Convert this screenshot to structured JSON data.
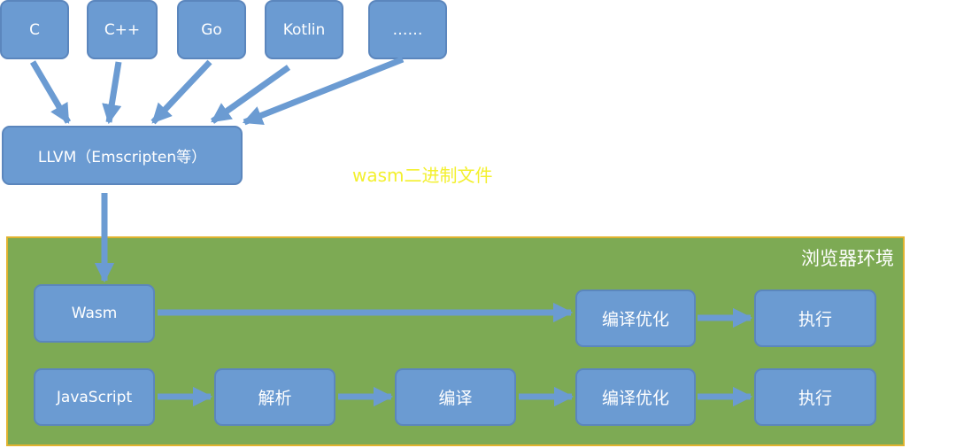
{
  "languages": [
    "C",
    "C++",
    "Go",
    "Kotlin",
    "……"
  ],
  "compiler": "LLVM（Emscripten等）",
  "wasm_binary_label": "wasm二进制文件",
  "browser_env_title": "浏览器环境",
  "wasm_row": {
    "start": "Wasm",
    "compile_optimize": "编译优化",
    "execute": "执行"
  },
  "js_row": {
    "start": "JavaScript",
    "parse": "解析",
    "compile": "编译",
    "compile_optimize": "编译优化",
    "execute": "执行"
  },
  "colors": {
    "box": "#6b9bd2",
    "arrow": "#6b9bd2",
    "env": "#7daa54",
    "env_border": "#e0b32f",
    "wasm_label": "#f3f02e"
  }
}
